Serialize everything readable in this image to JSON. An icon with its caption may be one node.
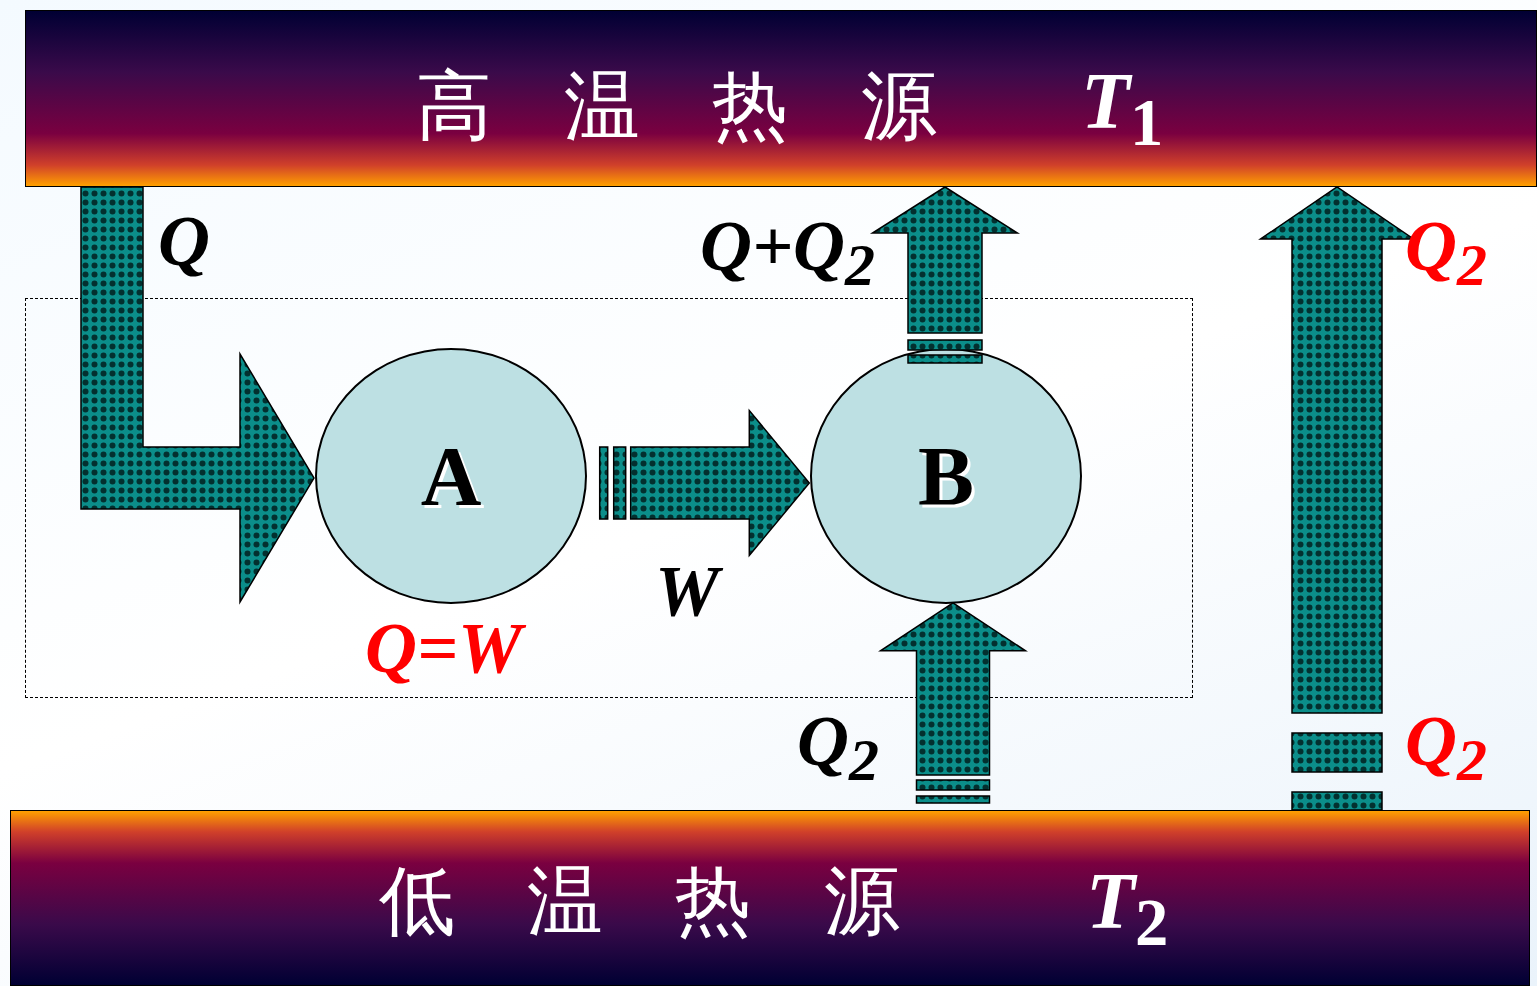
{
  "diagram": {
    "nodes": [
      {
        "text": [
          "高温热源",
          "*T*$_{1}$"
        ]
      },
      {
        "text": [
          "低温热源",
          "*T*$_{2}$"
        ]
      },
      {
        "text": [],
        "shape": "box"
      },
      {
        "text": [
          "A"
        ],
        "in": 2,
        "beside": [
          "Q=W"
        ]
      },
      {
        "text": [
          "B"
        ],
        "in": 2
      }
    ],
    "edges": [
      {
        "from": 0,
        "to": 3,
        "arrow": "to",
        "label": "Q"
      },
      {
        "from": 3,
        "to": 4,
        "arrow": "to",
        "label": "W"
      },
      {
        "from": 4,
        "to": 0,
        "arrow": "to",
        "label": "Q+Q$_{2}$"
      },
      {
        "from": 1,
        "to": 4,
        "arrow": "to",
        "label": "Q$_{2}$"
      },
      {
        "from": 1,
        "to": 0,
        "arrow": "to",
        "label": "Q$_{2}$"
      }
    ],
    "labels": [
      "Q$_{2}$"
    ]
  }
}
